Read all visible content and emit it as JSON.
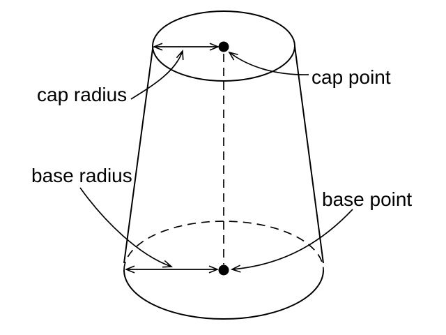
{
  "diagram": {
    "labels": {
      "cap_radius": "cap radius",
      "cap_point": "cap point",
      "base_radius": "base radius",
      "base_point": "base point"
    },
    "colors": {
      "ink": "#000000",
      "background": "#ffffff"
    }
  }
}
